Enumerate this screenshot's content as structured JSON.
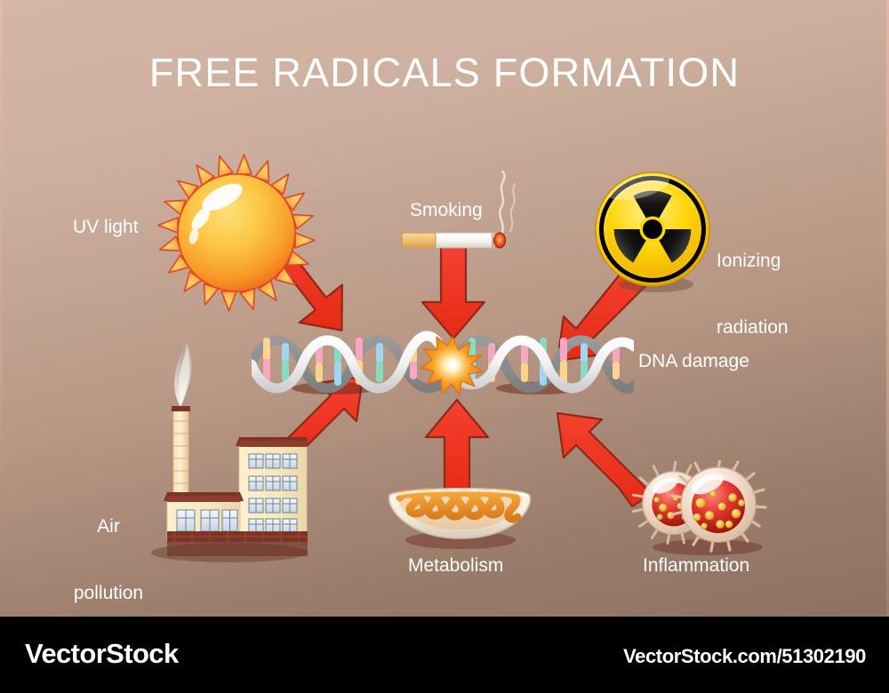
{
  "title": "FREE RADICALS FORMATION",
  "background": {
    "gradient_top": "#d4b6a5",
    "gradient_bottom": "#8d7162",
    "text_color": "#ffffff",
    "arrow_color": "#ef3124",
    "arrow_outline": "#8d2a18"
  },
  "labels": {
    "uv_light": "UV light",
    "smoking": "Smoking",
    "ionizing_radiation_line1": "Ionizing",
    "ionizing_radiation_line2": "radiation",
    "dna_damage": "DNA damage",
    "air_pollution_line1": "Air",
    "air_pollution_line2": "pollution",
    "metabolism": "Metabolism",
    "inflammation": "Inflammation"
  },
  "icons": {
    "sun": "sun-icon",
    "cigarette": "cigarette-icon",
    "radiation": "radiation-trefoil-icon",
    "dna": "dna-double-helix-icon",
    "burst": "damage-burst-icon",
    "factory": "factory-icon",
    "mitochondrion": "mitochondrion-icon",
    "immune_cells": "immune-cells-icon"
  },
  "arrows": [
    {
      "name": "arrow-uv-to-dna",
      "from": "uv_light",
      "to": "dna",
      "direction": "down-right"
    },
    {
      "name": "arrow-smoking-to-dna",
      "from": "smoking",
      "to": "dna",
      "direction": "down"
    },
    {
      "name": "arrow-radiation-to-dna",
      "from": "ionizing_radiation",
      "to": "dna",
      "direction": "down-left"
    },
    {
      "name": "arrow-pollution-to-dna",
      "from": "air_pollution",
      "to": "dna",
      "direction": "up-right"
    },
    {
      "name": "arrow-metabolism-to-dna",
      "from": "metabolism",
      "to": "dna",
      "direction": "up"
    },
    {
      "name": "arrow-inflammation-to-dna",
      "from": "inflammation",
      "to": "dna",
      "direction": "up-left"
    }
  ],
  "watermark": {
    "brand": "VectorStock",
    "url": "VectorStock.com/51302190"
  }
}
